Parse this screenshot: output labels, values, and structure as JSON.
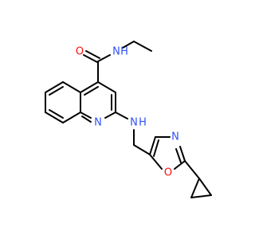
{
  "diagram": {
    "kind": "chemical-structure",
    "colors": {
      "bond": "#000000",
      "oxygen": "#ff0d0d",
      "nitrogen": "#3050f8",
      "background": "#ffffff"
    },
    "atoms": {
      "o_amide": "O",
      "n_amide": "N",
      "h_amide": "H",
      "n_quinoline": "N",
      "n_amine": "N",
      "h_amine": "H",
      "n_oxazole": "N",
      "o_oxazole": "O"
    }
  }
}
